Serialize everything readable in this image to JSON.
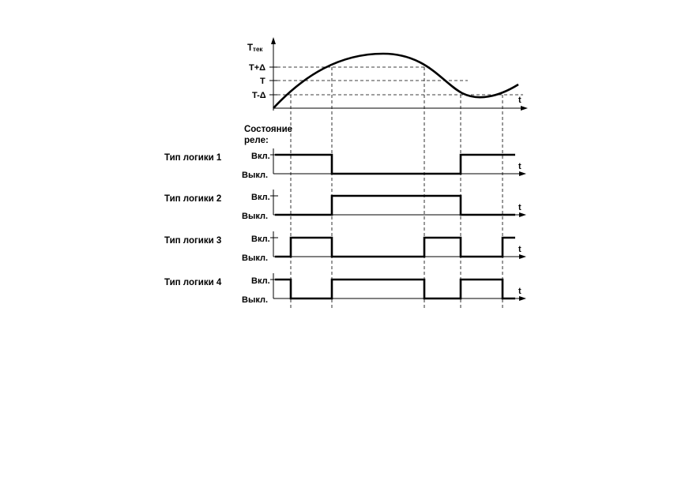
{
  "temp_chart": {
    "y_axis_label_main": "T",
    "y_axis_label_sub": "тек",
    "level_upper": "T+Δ",
    "level_setpoint": "T",
    "level_lower": "T-Δ",
    "x_axis_label": "t"
  },
  "relay_header_line1": "Состояние",
  "relay_header_line2": "реле:",
  "rows": [
    {
      "name": "Тип логики 1",
      "on": "Вкл.",
      "off": "Выкл.",
      "t": "t",
      "states": [
        1,
        0,
        0,
        1,
        1
      ]
    },
    {
      "name": "Тип логики 2",
      "on": "Вкл.",
      "off": "Выкл.",
      "t": "t",
      "states": [
        0,
        1,
        1,
        0,
        0
      ]
    },
    {
      "name": "Тип логики 3",
      "on": "Вкл.",
      "off": "Выкл.",
      "t": "t",
      "states": [
        0,
        1,
        0,
        1,
        0,
        1
      ]
    },
    {
      "name": "Тип логики 4",
      "on": "Вкл.",
      "off": "Выкл.",
      "t": "t",
      "states": [
        1,
        0,
        1,
        0,
        1,
        0
      ]
    }
  ]
}
